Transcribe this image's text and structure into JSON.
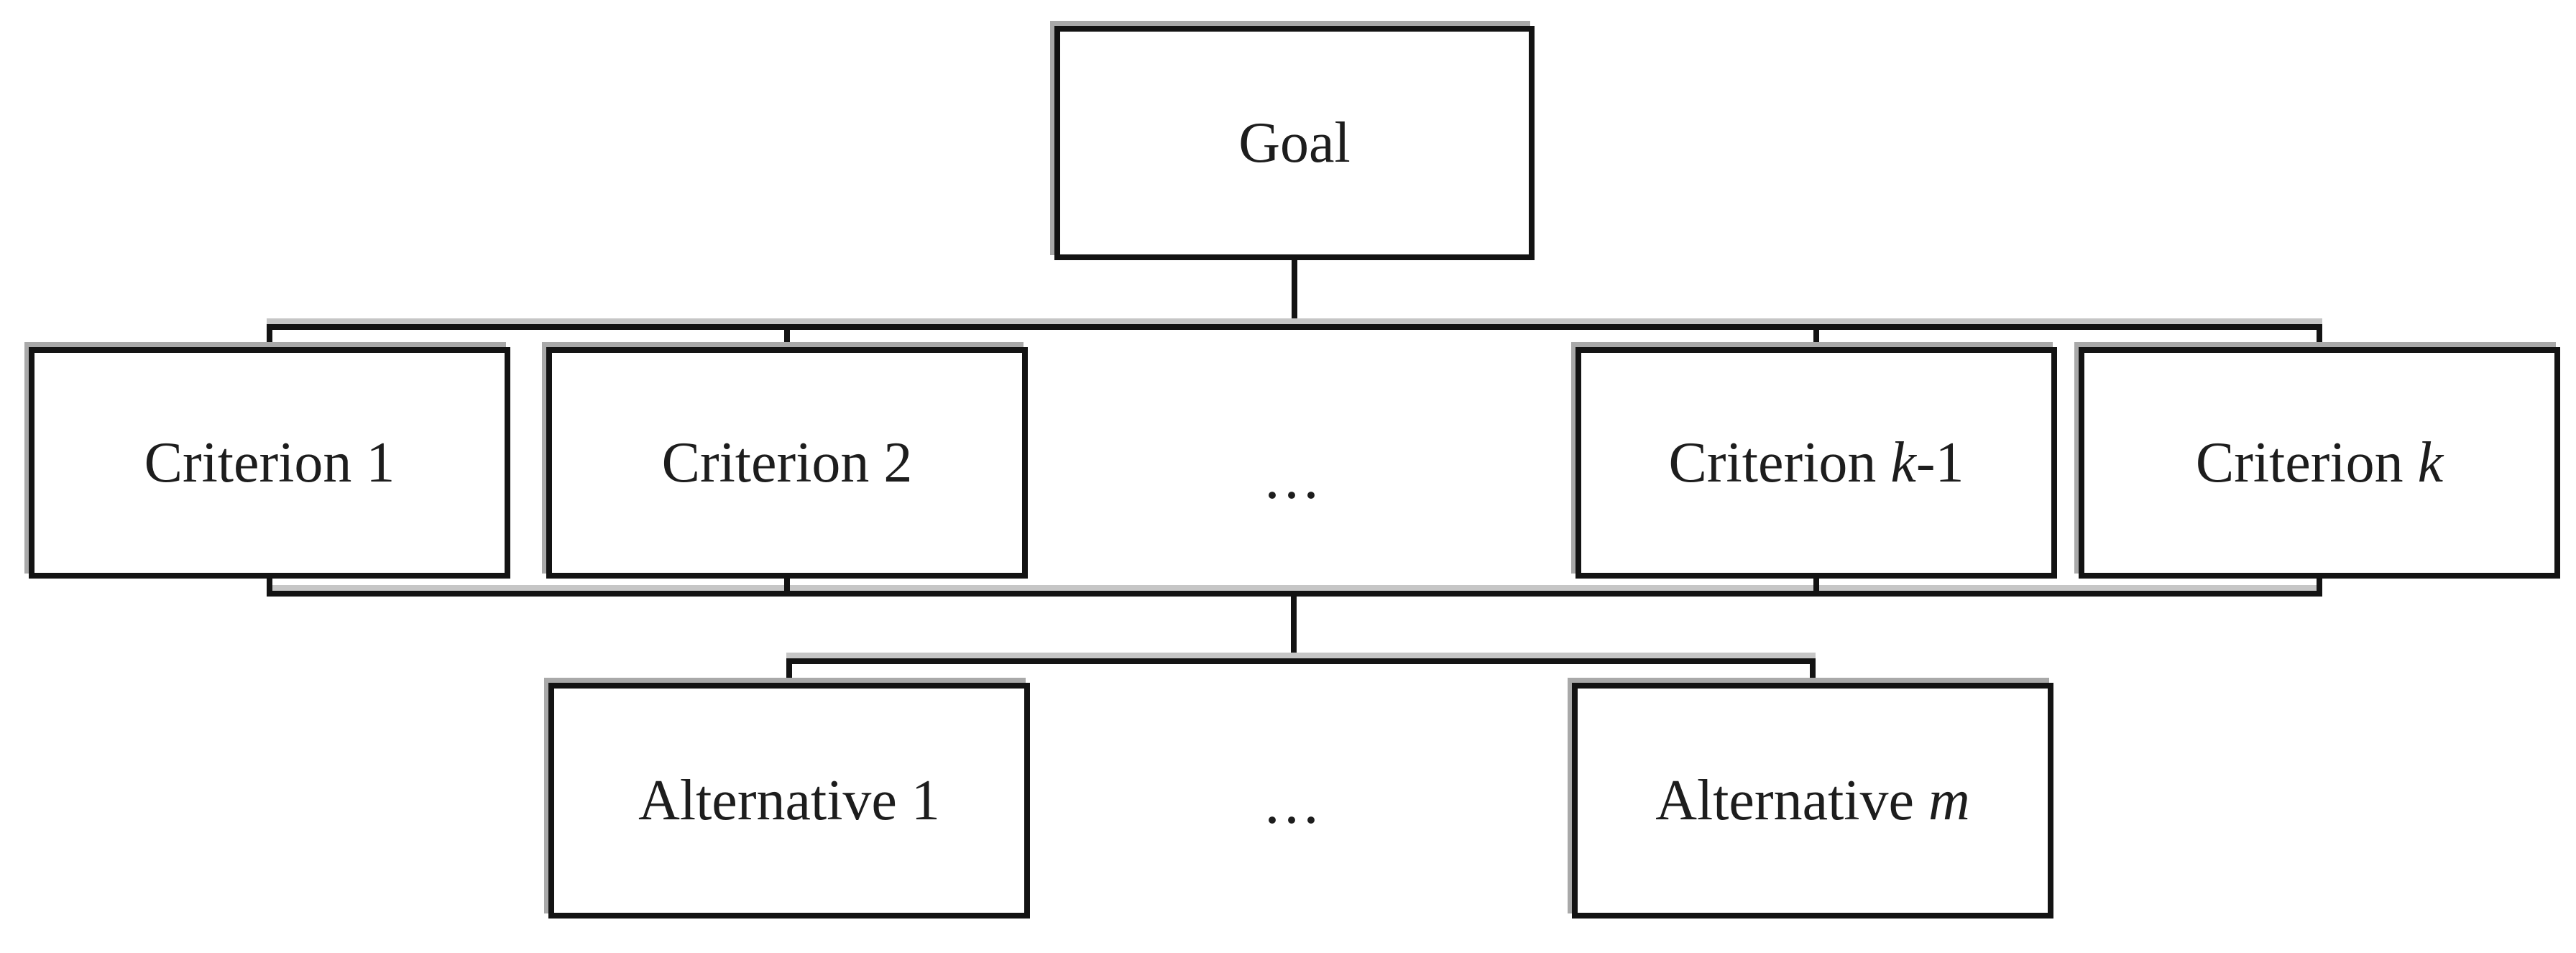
{
  "nodes": {
    "goal": {
      "prefix": "Goal",
      "italic": "",
      "suffix": ""
    },
    "criterion_1": {
      "prefix": "Criterion 1",
      "italic": "",
      "suffix": ""
    },
    "criterion_2": {
      "prefix": "Criterion 2",
      "italic": "",
      "suffix": ""
    },
    "criterion_k1": {
      "prefix": "Criterion ",
      "italic": "k",
      "suffix": "-1"
    },
    "criterion_k": {
      "prefix": "Criterion ",
      "italic": "k",
      "suffix": ""
    },
    "alternative_1": {
      "prefix": "Alternative 1",
      "italic": "",
      "suffix": ""
    },
    "alternative_m": {
      "prefix": "Alternative ",
      "italic": "m",
      "suffix": ""
    }
  },
  "ellipsis": {
    "criteria": "...",
    "alternatives": "..."
  },
  "colors": {
    "line": "#131313",
    "text": "#1d1d1d",
    "background": "#ffffff",
    "echo": "#a9a9a9",
    "echo_light": "#c6c6c6"
  }
}
